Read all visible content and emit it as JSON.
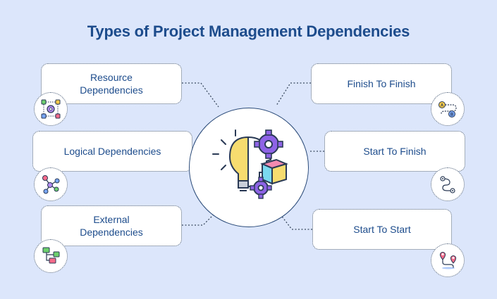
{
  "title": "Types of Project Management Dependencies",
  "left": [
    {
      "label": "Resource Dependencies",
      "icon": "gear-cycle-icon"
    },
    {
      "label": "Logical Dependencies",
      "icon": "network-nodes-icon"
    },
    {
      "label": "External Dependencies",
      "icon": "flowchart-icon"
    }
  ],
  "right": [
    {
      "label": "Finish To Finish",
      "icon": "a-to-b-path-icon"
    },
    {
      "label": "Start To Finish",
      "icon": "route-path-icon"
    },
    {
      "label": "Start To Start",
      "icon": "map-pins-route-icon"
    }
  ],
  "hub": {
    "icon": "idea-gears-cube-icon"
  },
  "colors": {
    "background": "#dce6fb",
    "title": "#1d4c8c",
    "text": "#1d4c8c",
    "border": "#4a5d78"
  }
}
